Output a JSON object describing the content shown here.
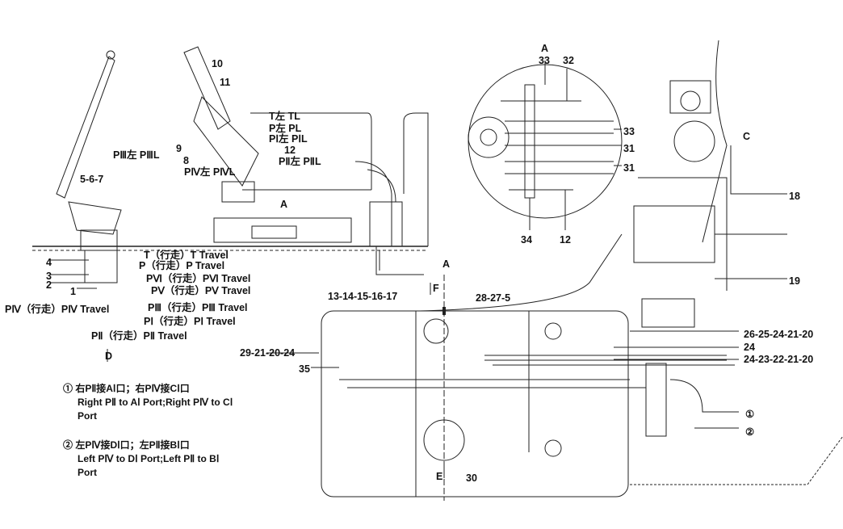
{
  "detail_a": {
    "title": "A",
    "labels": [
      "33",
      "32",
      "33",
      "31",
      "31",
      "34",
      "12"
    ]
  },
  "joystick": {
    "labels": [
      "10",
      "11",
      "T左 TL",
      "P左 PL",
      "PⅠ左 PⅠL",
      "9",
      "12",
      "PⅢ左 PⅢL",
      "8",
      "PⅡ左 PⅡL",
      "PⅣ左 PⅣL",
      "A"
    ]
  },
  "pedal": {
    "label": "5-6-7",
    "numbers": [
      "4",
      "3",
      "2",
      "1"
    ],
    "ports": [
      "T（行走）T Travel",
      "P（行走）P Travel",
      "PⅥ（行走）PⅥ Travel",
      "PⅤ（行走）PⅤ Travel",
      "PⅣ（行走）PⅣ Travel",
      "PⅢ（行走）PⅢ Travel",
      "PⅠ（行走）PⅠ Travel",
      "PⅡ（行走）PⅡ Travel"
    ],
    "view": "D"
  },
  "seat": {
    "label": "13-14-15-16-17"
  },
  "frame": {
    "labels": [
      "A",
      "F",
      "28-27-5",
      "C",
      "18",
      "19",
      "26-25-24-21-20",
      "24",
      "24-23-22-21-20",
      "29-21-20-24",
      "35",
      "①",
      "②",
      "E",
      "30"
    ]
  },
  "notes": [
    {
      "marker": "①",
      "cn": "右PⅡ接AⅠ口；右PⅣ接CⅠ口",
      "en": "Right PⅡ to AⅠ Port;Right PⅣ to CⅠ Port"
    },
    {
      "marker": "②",
      "cn": "左PⅣ接DⅠ口；左PⅡ接BⅠ口",
      "en": "Left PⅣ to DⅠ Port;Left PⅡ to BⅠ Port"
    }
  ]
}
